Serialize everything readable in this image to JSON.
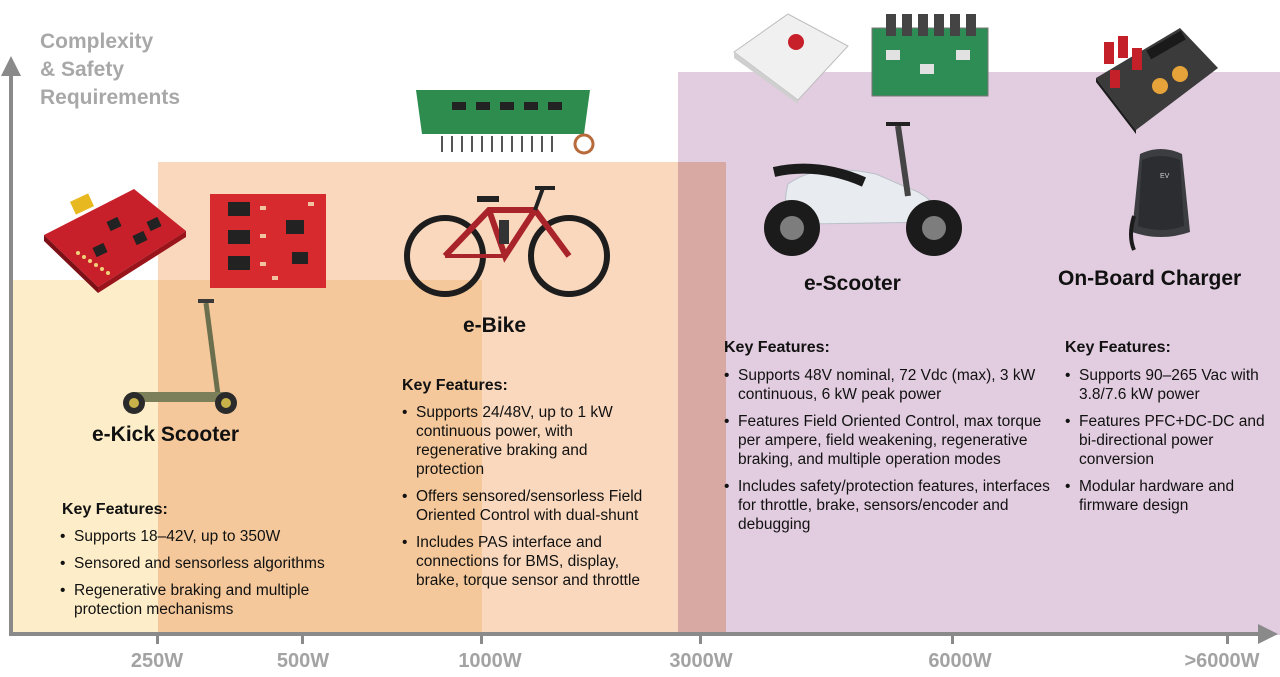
{
  "y_axis_label": [
    "Complexity",
    "& Safety",
    "Requirements"
  ],
  "x_ticks": [
    "250W",
    "500W",
    "1000W",
    "3000W",
    "6000W",
    ">6000W"
  ],
  "colors": {
    "kick_zone": "#fdeec9",
    "ebike_zone": "#f9d8bd",
    "overlap_zone": "#f4c89a",
    "scooter_zone": "#e2cde0",
    "bridge_zone": "#d8a9a2",
    "axis": "#8a8a8a",
    "axis_label": "#a8a8a8"
  },
  "products": {
    "kick": {
      "title": "e-Kick Scooter",
      "kf_title": "Key Features:",
      "features": [
        "Supports 18–42V, up to 350W",
        "Sensored and sensorless algorithms",
        "Regenerative braking and multiple protection mechanisms"
      ]
    },
    "ebike": {
      "title": "e-Bike",
      "kf_title": "Key Features:",
      "features": [
        "Supports 24/48V, up to 1 kW continuous power, with regenerative braking and protection",
        "Offers sensored/sensorless Field Oriented Control with dual-shunt",
        "Includes PAS interface and connections for BMS, display, brake, torque sensor and throttle"
      ]
    },
    "escooter": {
      "title": "e-Scooter",
      "kf_title": "Key Features:",
      "features": [
        "Supports 48V nominal, 72 Vdc (max), 3 kW continuous, 6 kW peak power",
        "Features Field Oriented Control, max torque per ampere, field weakening, regenerative braking, and multiple operation modes",
        "Includes safety/protection features, interfaces for throttle, brake, sensors/encoder and debugging"
      ]
    },
    "charger": {
      "title": "On-Board Charger",
      "kf_title": "Key Features:",
      "features": [
        "Supports 90–265 Vac with 3.8/7.6 kW power",
        "Features PFC+DC-DC and bi-directional power conversion",
        "Modular hardware and firmware design"
      ],
      "ev_label": "EV"
    }
  }
}
